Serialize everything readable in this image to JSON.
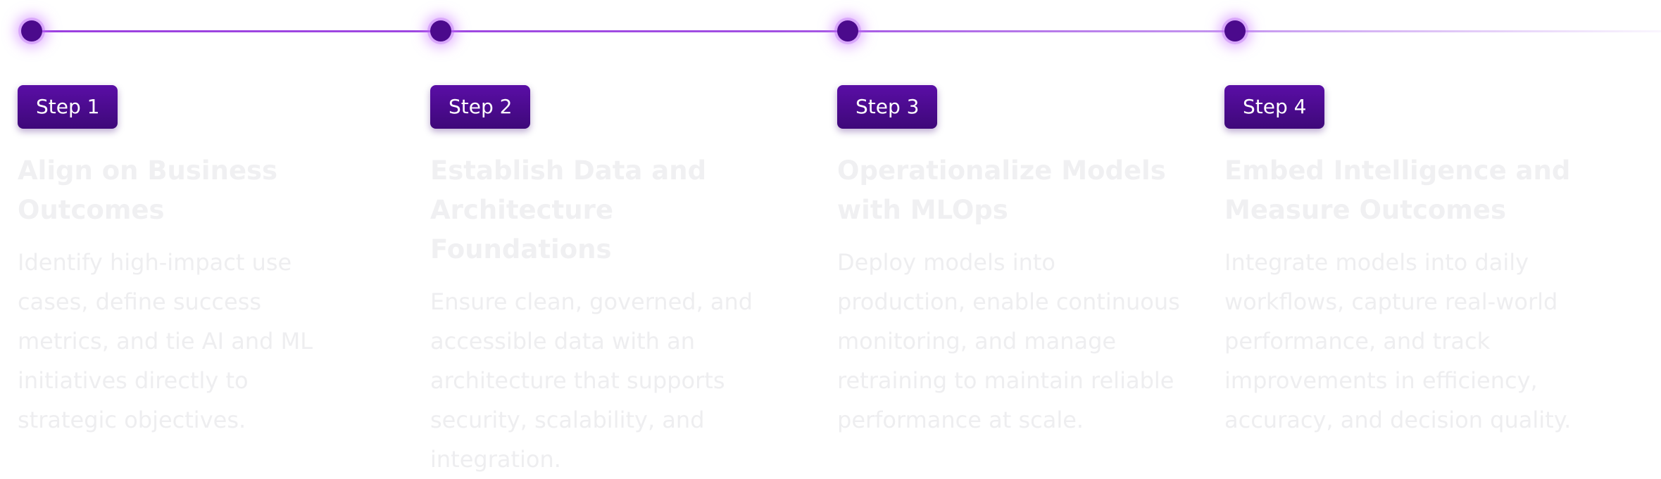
{
  "steps": [
    {
      "badge": "Step 1",
      "title": "Align on Business\nOutcomes",
      "description": "Identify high-impact use\ncases, define success\nmetrics, and tie AI and ML\ninitiatives directly to\nstrategic objectives."
    },
    {
      "badge": "Step 2",
      "title": "Establish Data and\nArchitecture Foundations",
      "description": "Ensure clean, governed, and\naccessible data with an\narchitecture that supports\nsecurity, scalability, and\nintegration."
    },
    {
      "badge": "Step 3",
      "title": "Operationalize Models\nwith MLOps",
      "description": "Deploy models into\nproduction, enable continuous\nmonitoring, and manage\nretraining to maintain reliable\nperformance at scale."
    },
    {
      "badge": "Step 4",
      "title": "Embed Intelligence and\nMeasure Outcomes",
      "description": "Integrate models into daily\nworkflows, capture real-world\nperformance, and track\nimprovements in efficiency,\naccuracy, and decision quality."
    }
  ],
  "colors": {
    "node": "#4b0a8c",
    "badge": "#5a0ea6",
    "line": "#9b3fe0"
  }
}
